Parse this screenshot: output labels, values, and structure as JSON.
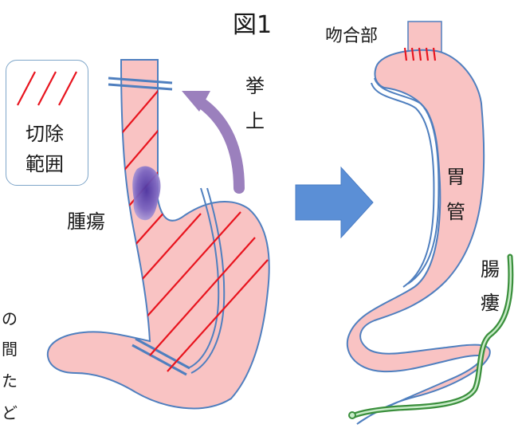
{
  "figure": {
    "title": "図1",
    "labels": {
      "anastomosis": "吻合部",
      "lift_1": "挙",
      "lift_2": "上",
      "tumor": "腫瘍",
      "gastric_tube_1": "胃",
      "gastric_tube_2": "管",
      "fistula_1": "腸",
      "fistula_2": "瘻"
    },
    "legend": {
      "line_1": "切除",
      "line_2": "範囲"
    },
    "cut_off_text": [
      "の",
      "間",
      "た",
      "ど"
    ]
  },
  "colors": {
    "organ_fill": "#f9c3c3",
    "organ_outline": "#4f7fbf",
    "resection_line": "#e8141e",
    "tumor": "#6a4fb4",
    "lift_arrow": "#9b80bd",
    "transition_arrow": "#5b8fd6",
    "feeding_tube": "#3a8f3c"
  },
  "icons": {
    "transition_arrow": "right-arrow-icon",
    "lift_arrow": "curved-up-arrow-icon"
  }
}
